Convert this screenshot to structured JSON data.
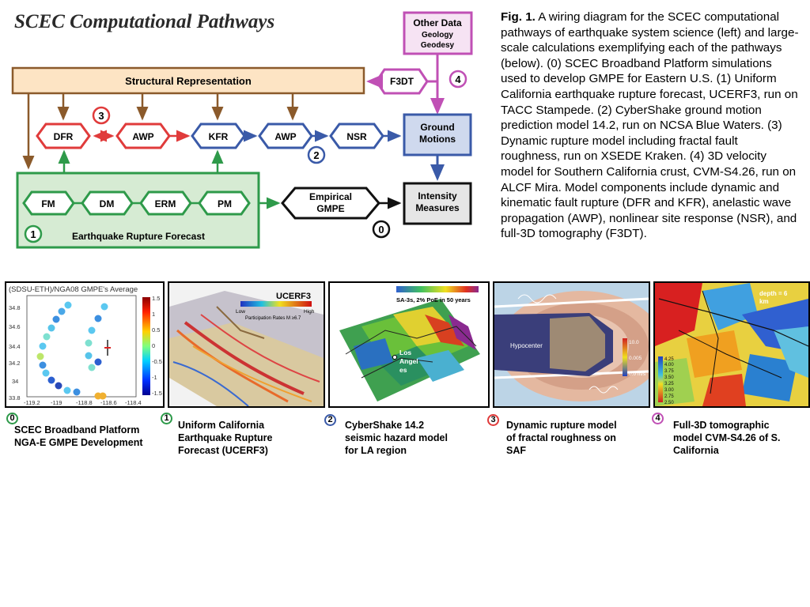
{
  "title": "SCEC Computational Pathways",
  "diagram": {
    "other_data": {
      "line1": "Other Data",
      "line2": "Geology",
      "line3": "Geodesy"
    },
    "f3dt": "F3DT",
    "structural": "Structural Representation",
    "nodes_top": [
      "DFR",
      "AWP",
      "KFR",
      "AWP",
      "NSR"
    ],
    "ground_motions": {
      "line1": "Ground",
      "line2": "Motions"
    },
    "erf_nodes": [
      "FM",
      "DM",
      "ERM",
      "PM"
    ],
    "erf_label": "Earthquake Rupture Forecast",
    "empirical": {
      "line1": "Empirical",
      "line2": "GMPE"
    },
    "intensity": {
      "line1": "Intensity",
      "line2": "Measures"
    },
    "badges": [
      "0",
      "1",
      "2",
      "3",
      "4"
    ],
    "colors": {
      "structural_fill": "#fde4c4",
      "brown": "#8b5a2b",
      "red": "#e03b3b",
      "blue": "#3a5aa8",
      "green": "#2e9a4a",
      "erf_fill": "#d6ebd3",
      "magenta": "#c050b5",
      "gm_fill": "#cfd9ee",
      "im_fill": "#e6e6e6"
    }
  },
  "caption": {
    "fig": "Fig. 1.",
    "text": "A wiring diagram for the SCEC computational pathways of earthquake system science (left) and large-scale calculations exemplifying each of the pathways (below). (0) SCEC Broadband Platform simulations used to develop GMPE for Eastern U.S. (1) Uniform California earthquake rupture forecast, UCERF3, run on TACC Stampede. (2)  CyberShake ground motion prediction model 14.2, run on NCSA Blue Waters. (3) Dynamic rupture model including fractal fault roughness, run on XSEDE Kraken. (4) 3D velocity model for Southern California crust, CVM-S4.26, run on ALCF Mira. Model components include dynamic and kinematic fault rupture (DFR and KFR), anelastic wave propagation (AWP), nonlinear site response (NSR), and full-3D tomography (F3DT)."
  },
  "panels": {
    "p0": {
      "plot_title": "(SDSU-ETH)/NGA08 GMPE's Average",
      "yticks": [
        "34.8",
        "34.6",
        "34.4",
        "34.2",
        "34",
        "33.8"
      ],
      "xticks": [
        "-119.2",
        "-119",
        "-118.8",
        "-118.6",
        "-118.4"
      ],
      "cbar_ticks": [
        "1.5",
        "1",
        "0.5",
        "0",
        "-0.5",
        "-1",
        "-1.5"
      ],
      "badge": "0",
      "label_l1": "SCEC Broadband Platform",
      "label_l2": "NGA-E GMPE Development"
    },
    "p1": {
      "plot_title": "UCERF3",
      "legend_low": "Low",
      "legend_high": "High",
      "legend_caption": "Participation Rates M ≥6.7",
      "badge": "1",
      "label_l1": "Uniform California",
      "label_l2": "Earthquake Rupture",
      "label_l3": "Forecast (UCERF3)"
    },
    "p2": {
      "plot_title": "SA-3s, 2% PoE in 50 years",
      "city_l1": "Los",
      "city_l2": "Angel",
      "city_l3": "es",
      "badge": "2",
      "label_l1": "CyberShake 14.2",
      "label_l2": "seismic hazard model",
      "label_l3": "for LA region"
    },
    "p3": {
      "hypocenter": "Hypocenter",
      "cbar_top": "10.0",
      "cbar_mid": "0.005",
      "cbar_bot": "0.0 m/s",
      "badge": "3",
      "label_l1": "Dynamic rupture model",
      "label_l2": "of fractal roughness on",
      "label_l3": "SAF"
    },
    "p4": {
      "depth_l1": "depth = 6",
      "depth_l2": "km",
      "cbar_ticks": [
        "4.25",
        "4.00",
        "3.75",
        "3.50",
        "3.25",
        "3.00",
        "2.75",
        "2.50"
      ],
      "badge": "4",
      "label_l1": "Full-3D tomographic",
      "label_l2": "model CVM-S4.26 of S.",
      "label_l3": "California"
    }
  }
}
